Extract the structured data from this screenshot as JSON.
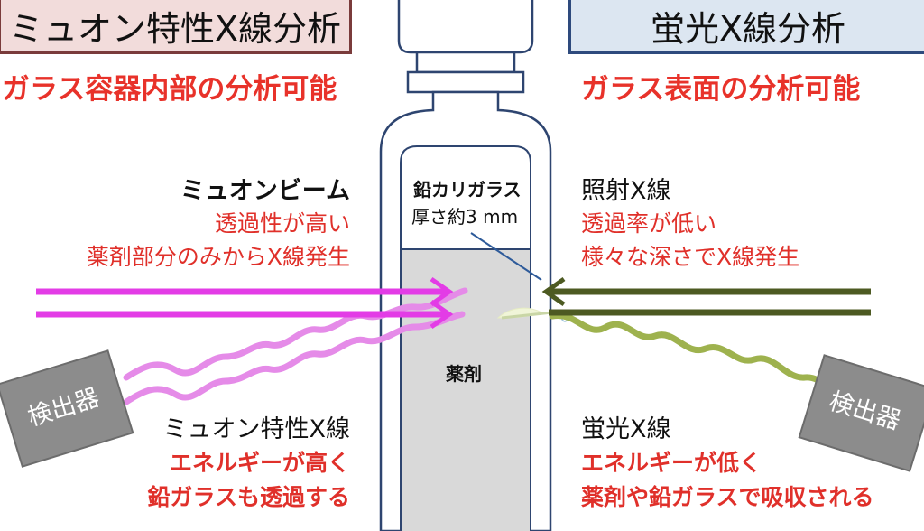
{
  "left": {
    "title": "ミュオン特性X線分析",
    "subtitle": "ガラス容器内部の分析可能",
    "beam_label": "ミュオンビーム",
    "beam_desc1": "透過性が高い",
    "beam_desc2": "薬剤部分のみからX線発生",
    "xray_label": "ミュオン特性X線",
    "xray_desc1": "エネルギーが高く",
    "xray_desc2": "鉛ガラスも透過する",
    "detector": "検出器"
  },
  "right": {
    "title": "蛍光X線分析",
    "subtitle": "ガラス表面の分析可能",
    "beam_label": "照射X線",
    "beam_desc1": "透過率が低い",
    "beam_desc2": "様々な深さでX線発生",
    "xray_label": "蛍光X線",
    "xray_desc1": "エネルギーが低く",
    "xray_desc2": "薬剤や鉛ガラスで吸収される",
    "detector": "検出器"
  },
  "bottle": {
    "glass_label": "鉛カリガラス",
    "thickness_label": "厚さ約3 mm",
    "content_label": "薬剤"
  },
  "colors": {
    "muon_beam": "#e33ce6",
    "muon_xray": "#e58be8",
    "xray_beam": "#4d5a22",
    "fluorescent_xray": "#9eb24e",
    "left_title_bg": "#f2dcdb",
    "right_title_bg": "#dce6f1",
    "accent_red": "#e8322a",
    "detector": "#8c8c8c"
  }
}
